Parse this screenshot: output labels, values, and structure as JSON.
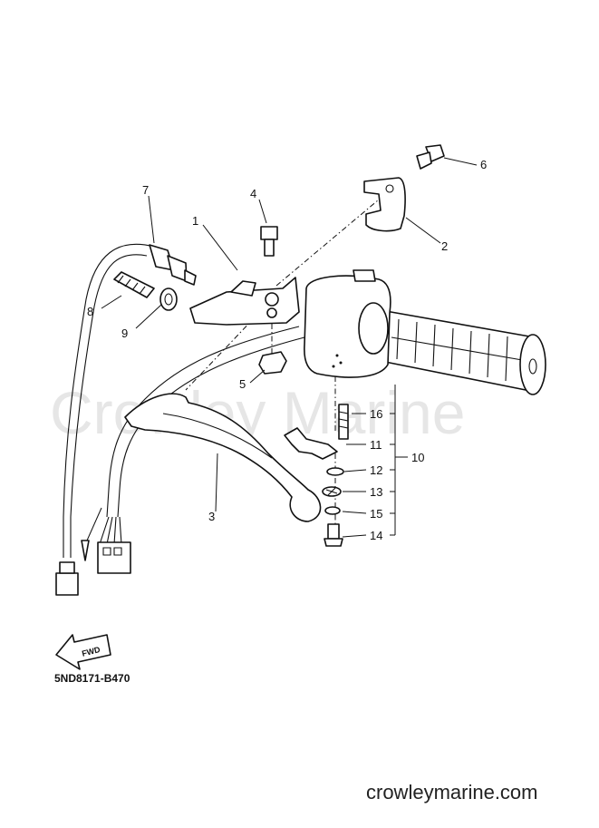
{
  "watermark": "Crowley Marine",
  "drawing_code": "5ND8171-B470",
  "site_url": "crowleymarine.com",
  "fwd_label": "FWD",
  "callouts": {
    "c1": "1",
    "c2": "2",
    "c3": "3",
    "c4": "4",
    "c5": "5",
    "c6": "6",
    "c7": "7",
    "c8": "8",
    "c9": "9",
    "c10": "10",
    "c11": "11",
    "c12": "12",
    "c13": "13",
    "c14": "14",
    "c15": "15",
    "c16": "16"
  }
}
